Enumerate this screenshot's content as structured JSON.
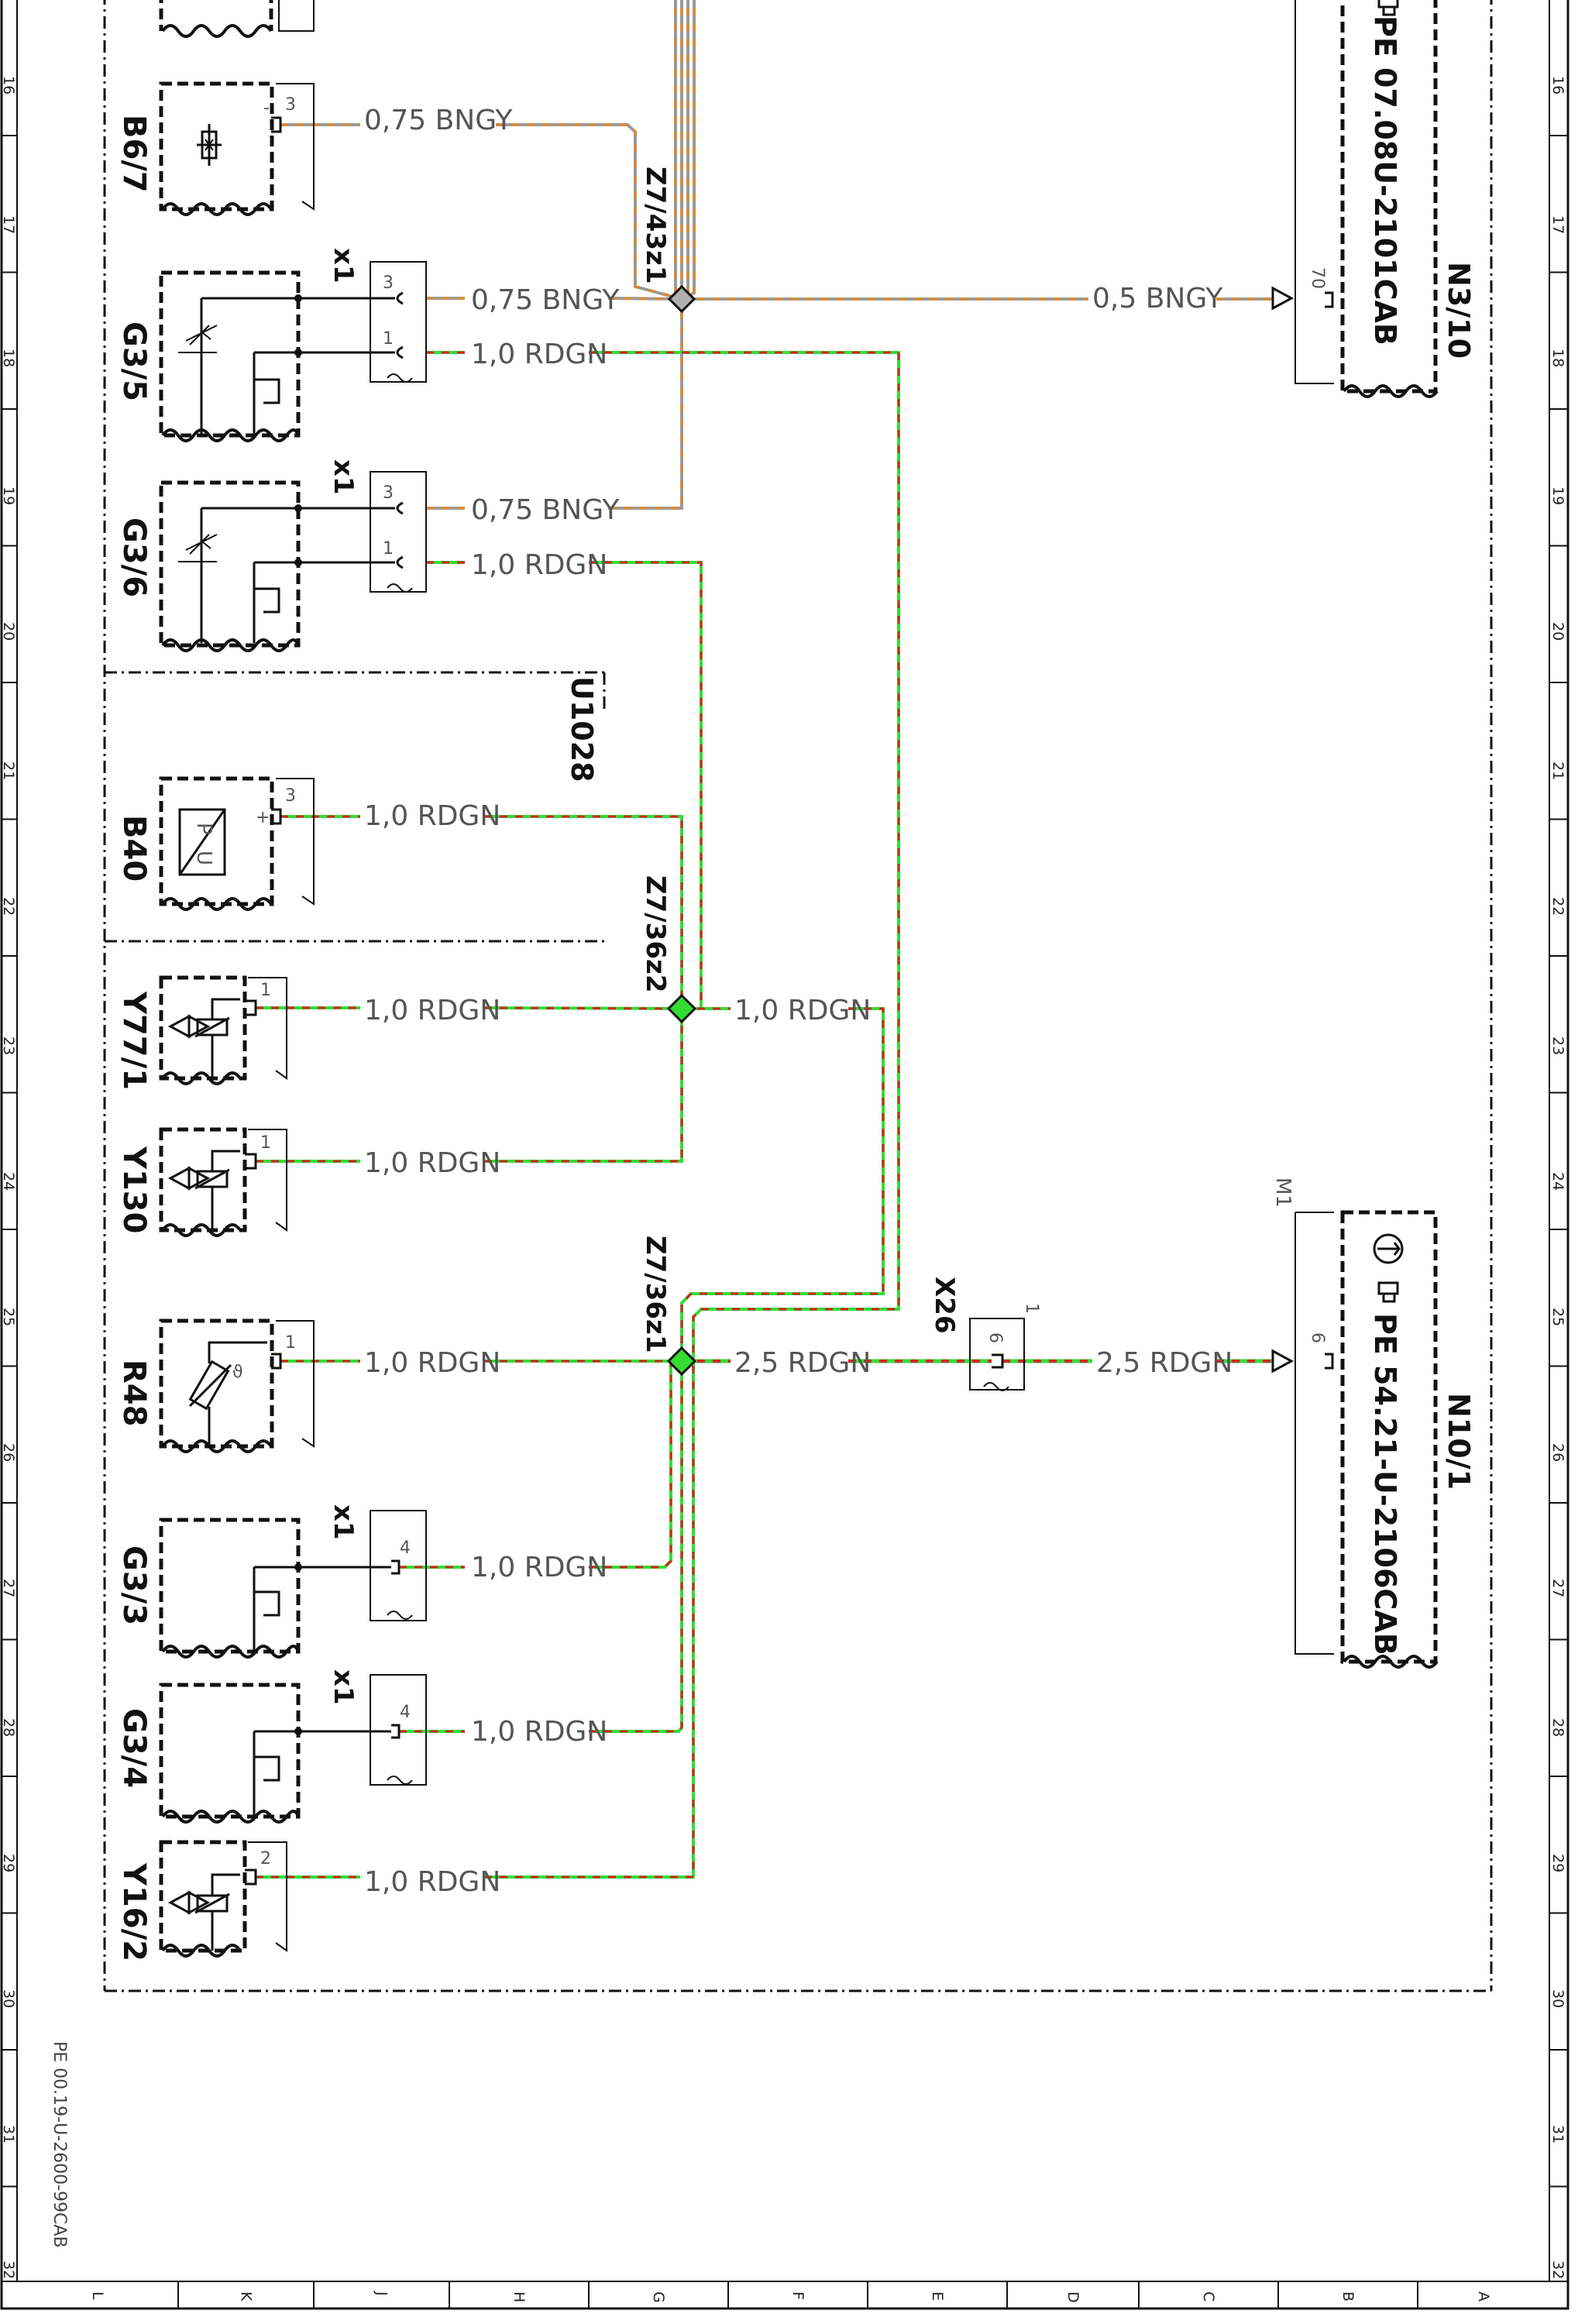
{
  "ruler": {
    "rows": [
      "16",
      "17",
      "18",
      "19",
      "20",
      "21",
      "22",
      "23",
      "24",
      "25",
      "26",
      "27",
      "28",
      "29",
      "30",
      "31",
      "32"
    ],
    "cols": [
      "L",
      "K",
      "J",
      "H",
      "G",
      "F",
      "E",
      "D",
      "C",
      "B",
      "A"
    ]
  },
  "colors": {
    "bngy_base": "#9a9a9a",
    "bngy_stripe": "#e08a2c",
    "rdgn_base": "#33dd33",
    "rdgn_stripe": "#d22525"
  },
  "labels": {
    "doc_ref": "PE 00.19-U-2600-99CAB",
    "u1028": "U1028",
    "m1": "M1",
    "splice_z743z1": "Z7/43z1",
    "splice_z736z2": "Z7/36z2",
    "splice_z736z1": "Z7/36z1",
    "x26": "X26",
    "x26_pin_top": "1",
    "x26_pin": "6"
  },
  "components": [
    {
      "id": "b6_7",
      "label": "B6/7",
      "pin": "3",
      "sign": "-"
    },
    {
      "id": "g3_5",
      "label": "G3/5",
      "pins": [
        "3",
        "1"
      ],
      "conn": "x1"
    },
    {
      "id": "g3_6",
      "label": "G3/6",
      "pins": [
        "3",
        "1"
      ],
      "conn": "x1"
    },
    {
      "id": "b40",
      "label": "B40",
      "pin": "3",
      "sign": "+",
      "sym_p": "P",
      "sym_u": "U"
    },
    {
      "id": "y77_1",
      "label": "Y77/1",
      "pin": "1"
    },
    {
      "id": "y130",
      "label": "Y130",
      "pin": "1"
    },
    {
      "id": "r48",
      "label": "R48",
      "pin": "1"
    },
    {
      "id": "g3_3",
      "label": "G3/3",
      "pin": "4",
      "conn": "x1"
    },
    {
      "id": "g3_4",
      "label": "G3/4",
      "pin": "4",
      "conn": "x1"
    },
    {
      "id": "y16_2",
      "label": "Y16/2",
      "pin": "2"
    }
  ],
  "modules": [
    {
      "id": "n3_10",
      "label": "N3/10",
      "ref": "PE 07.08U-2101CAB",
      "pin": "70"
    },
    {
      "id": "n10_1",
      "label": "N10/1",
      "ref": "PE 54.21-U-2106CAB",
      "pin": "6"
    }
  ],
  "wires": {
    "b6_7": "0,75 BNGY",
    "g3_5_a": "0,75 BNGY",
    "g3_5_b": "1,0 RDGN",
    "g3_6_a": "0,75 BNGY",
    "g3_6_b": "1,0 RDGN",
    "n3_10": "0,5 BNGY",
    "b40": "1,0 RDGN",
    "y77_1": "1,0 RDGN",
    "z736z2_out": "1,0 RDGN",
    "y130": "1,0 RDGN",
    "r48": "1,0 RDGN",
    "z736z1_out": "2,5 RDGN",
    "x26_out": "2,5 RDGN",
    "g3_3": "1,0 RDGN",
    "g3_4": "1,0 RDGN",
    "y16_2": "1,0 RDGN"
  }
}
